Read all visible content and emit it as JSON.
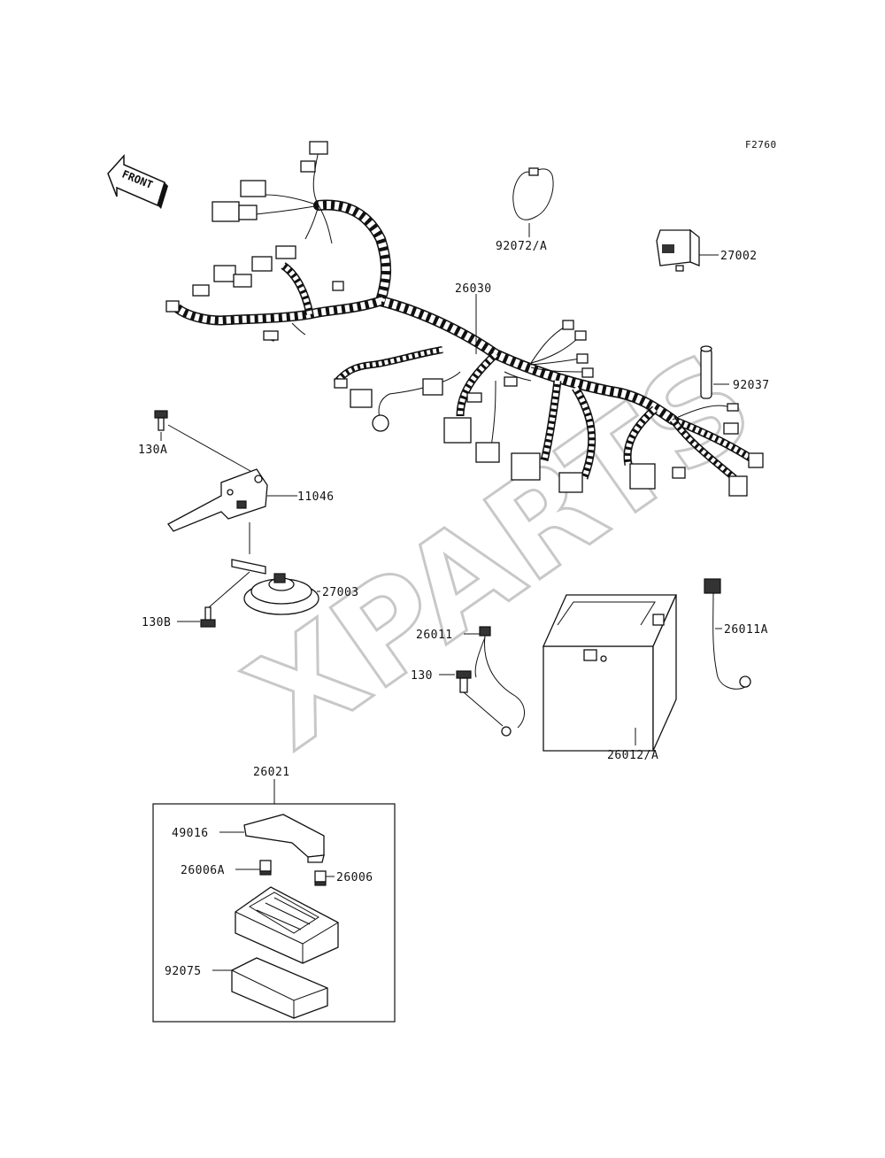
{
  "figure_code": "F2760",
  "front_arrow_label": "FRONT",
  "watermark": "XPARTS",
  "callouts": {
    "p92072": "92072/A",
    "p27002": "27002",
    "p26030": "26030",
    "p92037": "92037",
    "p130A": "130A",
    "p11046": "11046",
    "p27003": "27003",
    "p130B": "130B",
    "p26011": "26011",
    "p130": "130",
    "p26011A": "26011A",
    "p26012": "26012/A",
    "p26021": "26021",
    "p49016": "49016",
    "p26006A": "26006A",
    "p26006": "26006",
    "p92075": "92075"
  }
}
